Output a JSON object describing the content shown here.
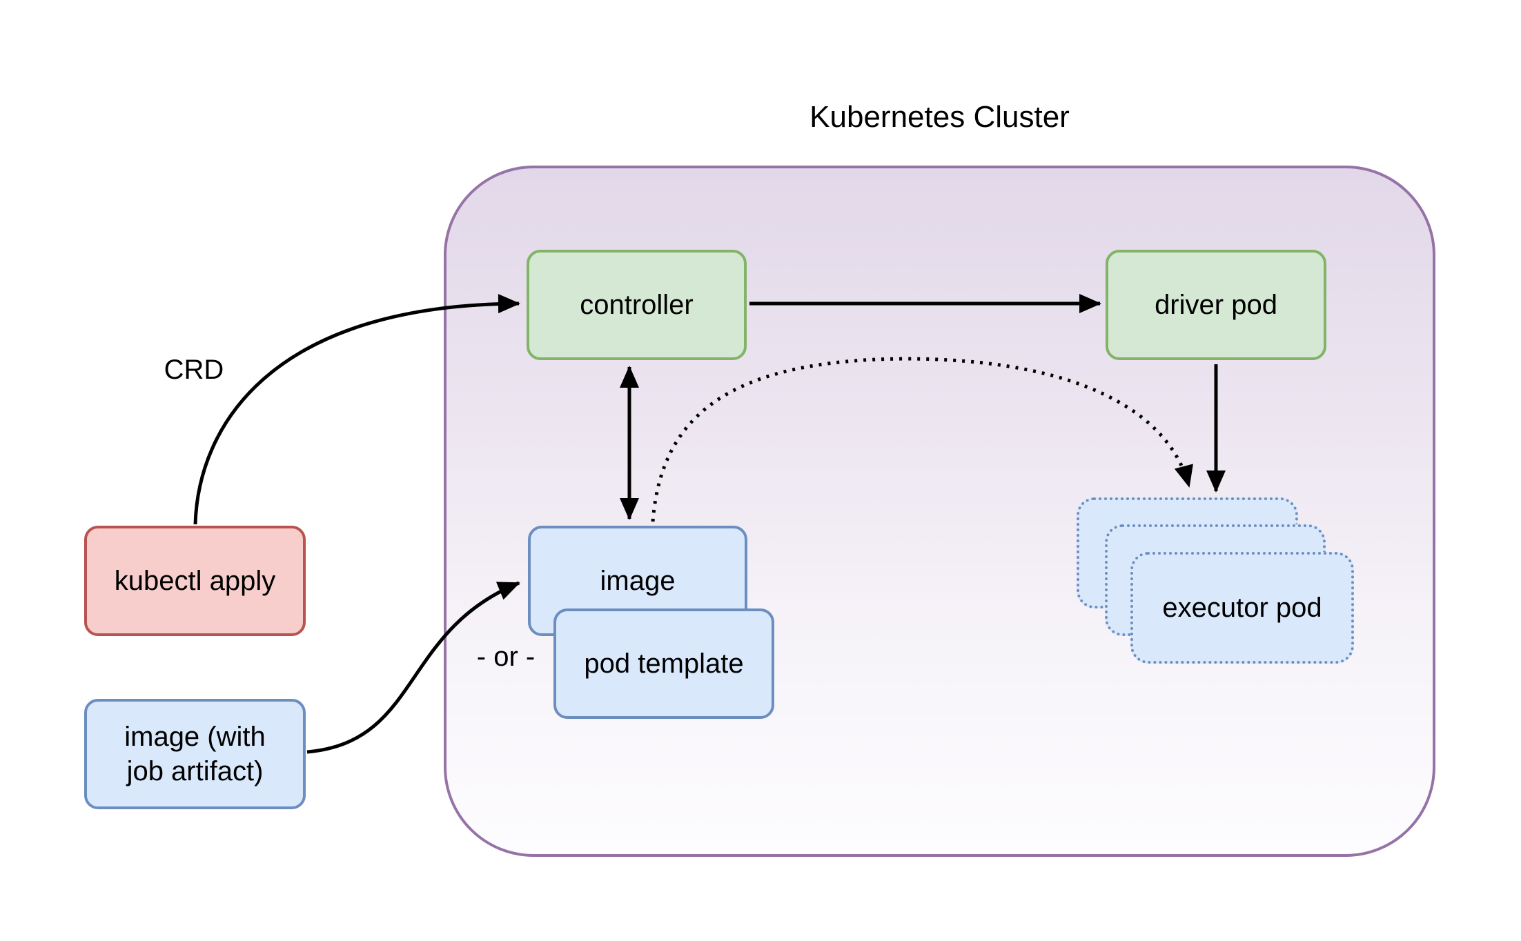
{
  "title": "Kubernetes Cluster",
  "labels": {
    "crd": "CRD",
    "or": "- or -"
  },
  "container": {
    "stroke_color": "#9673a6",
    "fill_top": "#e1d5e7",
    "fill_bottom": "#ffffff"
  },
  "nodes": {
    "controller": {
      "label": "controller",
      "fill": "#d5e8d4",
      "stroke": "#82b366"
    },
    "driver_pod": {
      "label": "driver pod",
      "fill": "#d5e8d4",
      "stroke": "#82b366"
    },
    "image": {
      "label": "image",
      "fill": "#dae8fc",
      "stroke": "#6c8ebf"
    },
    "pod_template": {
      "label": "pod template",
      "fill": "#dae8fc",
      "stroke": "#6c8ebf"
    },
    "kubectl_apply": {
      "label": "kubectl apply",
      "fill": "#f8cecc",
      "stroke": "#b85450"
    },
    "image_with_job_artifact": {
      "label_line1": "image (with",
      "label_line2": "job artifact)",
      "fill": "#dae8fc",
      "stroke": "#6c8ebf"
    },
    "executor_pod": {
      "label": "executor pod",
      "fill": "#dae8fc",
      "stroke": "#6c8ebf",
      "stacked_count": 3,
      "border_style": "dotted"
    }
  },
  "edges": [
    {
      "from": "kubectl_apply",
      "to": "controller",
      "label": "CRD",
      "style": "solid curved arrow"
    },
    {
      "from": "controller",
      "to": "driver_pod",
      "style": "solid straight arrow"
    },
    {
      "from": "controller",
      "to": "image",
      "style": "solid double-headed arrow"
    },
    {
      "from": "image",
      "to": "executor_pod",
      "style": "dotted curved arrow"
    },
    {
      "from": "driver_pod",
      "to": "executor_pod",
      "style": "solid straight arrow"
    },
    {
      "from": "image_with_job_artifact",
      "to": "image",
      "style": "solid curved arrow"
    }
  ]
}
